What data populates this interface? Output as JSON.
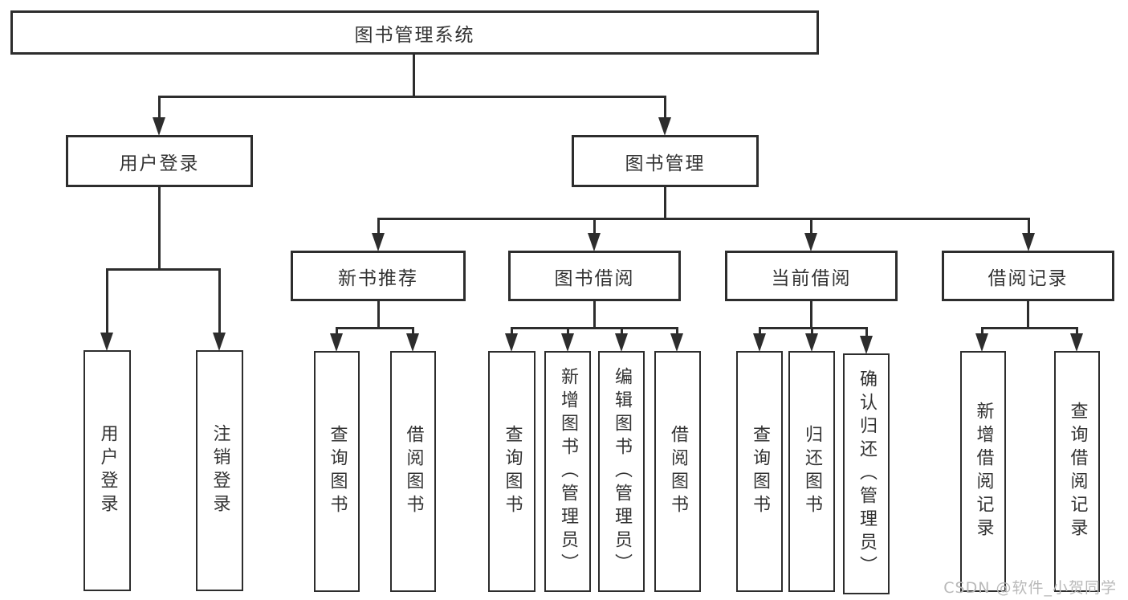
{
  "diagram": {
    "root": {
      "label": "图书管理系统"
    },
    "branches": [
      {
        "label": "用户登录",
        "children": [
          {
            "label": "用户登录"
          },
          {
            "label": "注销登录"
          }
        ]
      },
      {
        "label": "图书管理",
        "children": [
          {
            "label": "新书推荐",
            "children": [
              {
                "label": "查询图书"
              },
              {
                "label": "借阅图书"
              }
            ]
          },
          {
            "label": "图书借阅",
            "children": [
              {
                "label": "查询图书"
              },
              {
                "label": "新增图书（管理员）"
              },
              {
                "label": "编辑图书（管理员）"
              },
              {
                "label": "借阅图书"
              }
            ]
          },
          {
            "label": "当前借阅",
            "children": [
              {
                "label": "查询图书"
              },
              {
                "label": "归还图书"
              },
              {
                "label": "确认归还（管理员）"
              }
            ]
          },
          {
            "label": "借阅记录",
            "children": [
              {
                "label": "新增借阅记录"
              },
              {
                "label": "查询借阅记录"
              }
            ]
          }
        ]
      }
    ]
  },
  "watermark": {
    "label": "CSDN @软件_小贺同学"
  },
  "colors": {
    "line": "#2d2d2d",
    "text": "#333333",
    "watermark": "#b9b9b9",
    "background": "#ffffff"
  }
}
